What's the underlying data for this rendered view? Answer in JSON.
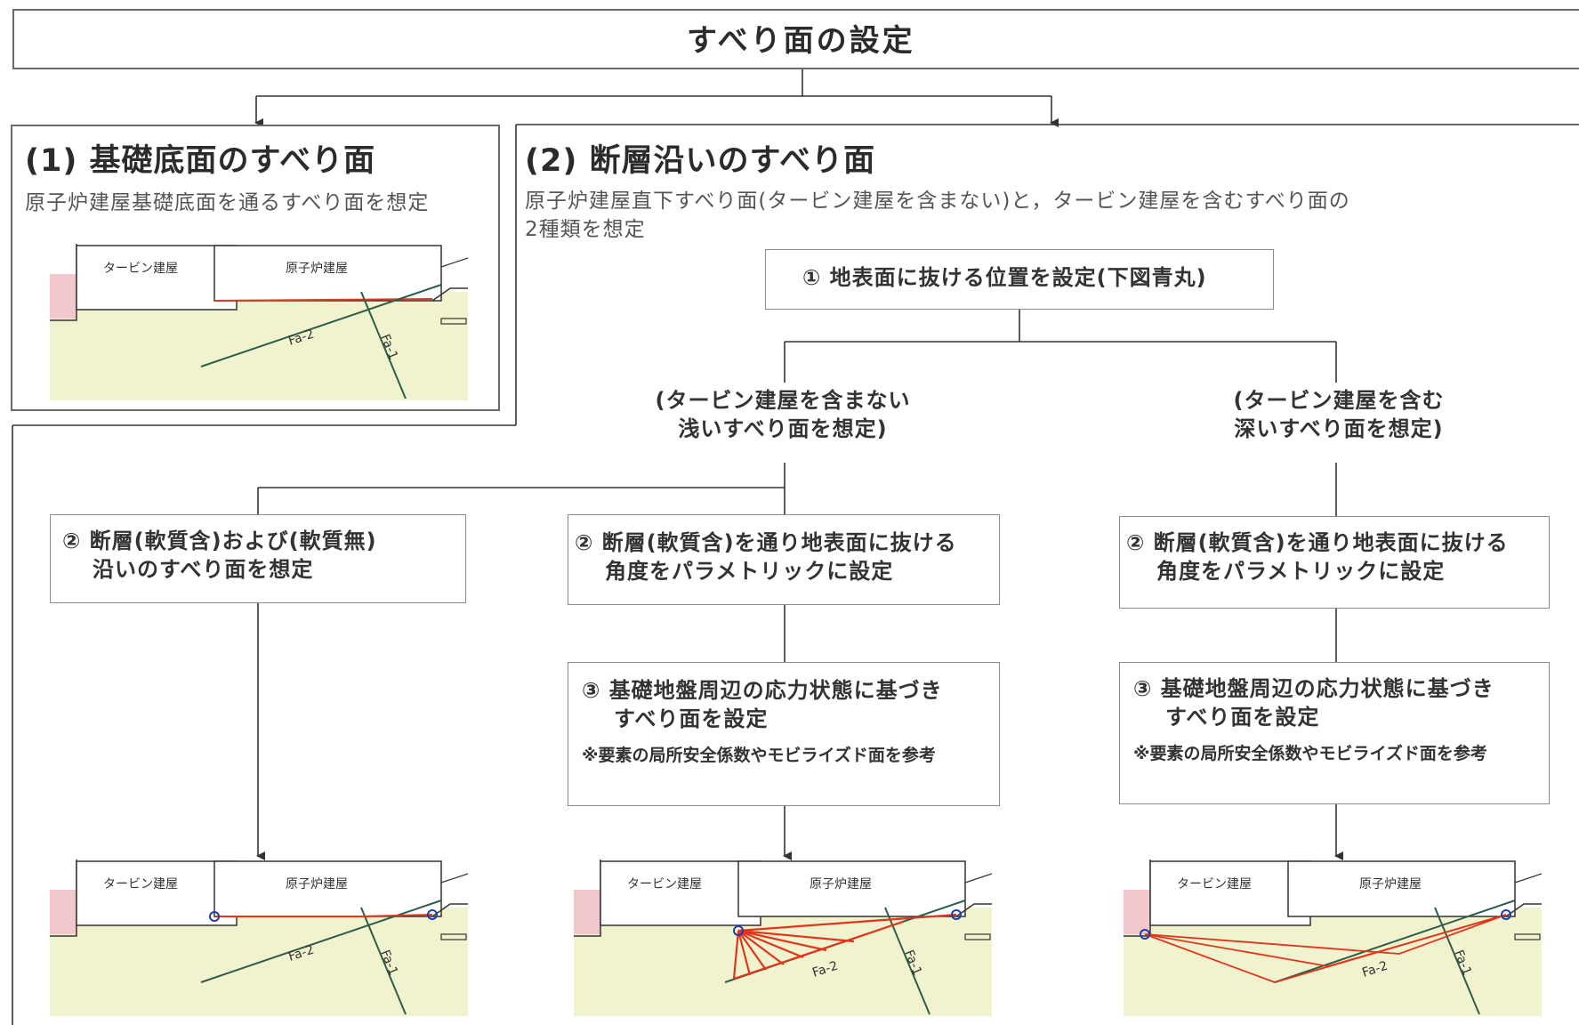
{
  "title": "すべり面の設定",
  "panel1": {
    "heading": "(1) 基礎底面のすべり面",
    "description": "原子炉建屋基礎底面を通るすべり面を想定"
  },
  "panel2": {
    "heading": "(2) 断層沿いのすべり面",
    "description_line1": "原子炉建屋直下すべり面(タービン建屋を含まない)と，タービン建屋を含むすべり面の",
    "description_line2": "2種類を想定"
  },
  "step1": {
    "label": "① 地表面に抜ける位置を設定(下図青丸)"
  },
  "branches": {
    "shallow_line1": "(タービン建屋を含まない",
    "shallow_line2": "浅いすべり面を想定)",
    "deep_line1": "(タービン建屋を含む",
    "deep_line2": "深いすべり面を想定)"
  },
  "step2": {
    "fault_line1": "② 断層(軟質含)および(軟質無)",
    "fault_line2": "沿いのすべり面を想定",
    "param_line1": "② 断層(軟質含)を通り地表面に抜ける",
    "param_line2": "角度をパラメトリックに設定"
  },
  "step3": {
    "line1": "③ 基礎地盤周辺の応力状態に基づき",
    "line2": "すべり面を設定",
    "note": "※要素の局所安全係数やモビライズド面を参考"
  },
  "figure_labels": {
    "turbine": "タービン建屋",
    "reactor": "原子炉建屋",
    "fault_a": "Fa-2",
    "fault_b": "Fa-1"
  },
  "colors": {
    "ground": "#f1f3cf",
    "pink_building": "#f3c8cc",
    "slip_line": "#e0361c",
    "fault_line": "#2f5d4a",
    "marker": "#1f3ea8",
    "box_border": "#6a6a6a"
  }
}
